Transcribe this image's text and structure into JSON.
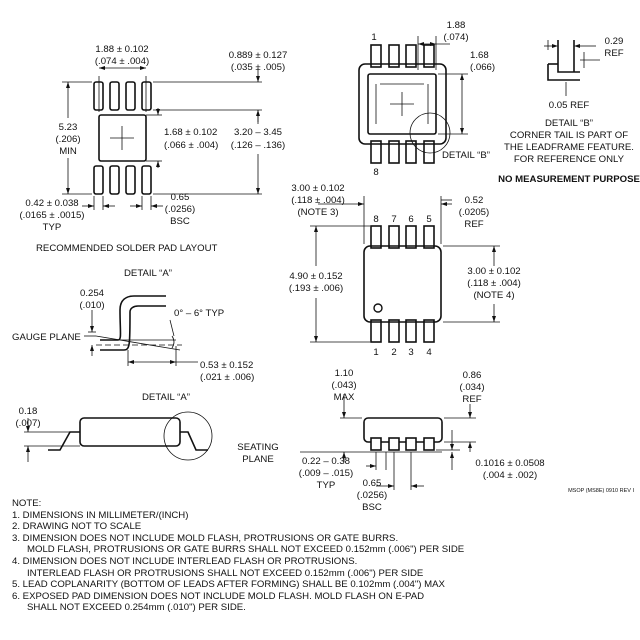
{
  "solder_pad": {
    "dim_top": [
      "1.88 ± 0.102",
      "(.074 ± .004)"
    ],
    "dim_top_right": [
      "0.889 ± 0.127",
      "(.035 ± .005)"
    ],
    "dim_left": [
      "5.23",
      "(.206)",
      "MIN"
    ],
    "dim_center": [
      "1.68 ± 0.102",
      "(.066 ± .004)"
    ],
    "dim_right": [
      "3.20 – 3.45",
      "(.126 – .136)"
    ],
    "dim_bottom_left": [
      "0.42 ± 0.038",
      "(.0165 ± .0015)",
      "TYP"
    ],
    "dim_bottom_right": [
      "0.65",
      "(.0256)",
      "BSC"
    ],
    "caption": "RECOMMENDED SOLDER PAD LAYOUT"
  },
  "bottom_view": {
    "pin1": "1",
    "pin8": "8",
    "dim_top": [
      "1.88",
      "(.074)"
    ],
    "dim_right": [
      "1.68",
      "(.066)"
    ],
    "detail_label": "DETAIL “B”"
  },
  "detail_b": {
    "dim_top": [
      "0.29",
      "REF"
    ],
    "dim_bottom": "0.05 REF",
    "lines": [
      "DETAIL “B”",
      "CORNER TAIL IS PART OF",
      "THE LEADFRAME FEATURE.",
      "FOR REFERENCE ONLY"
    ],
    "bold_line": "NO MEASUREMENT PURPOSE"
  },
  "top_view": {
    "pins_top": [
      "8",
      "7",
      "6",
      "5"
    ],
    "pins_bottom": [
      "1",
      "2",
      "3",
      "4"
    ],
    "dim_top_left": [
      "3.00 ± 0.102",
      "(.118 ± .004)",
      "(NOTE 3)"
    ],
    "dim_top_right": [
      "0.52",
      "(.0205)",
      "REF"
    ],
    "dim_left": [
      "4.90 ± 0.152",
      "(.193 ± .006)"
    ],
    "dim_right": [
      "3.00 ± 0.102",
      "(.118 ± .004)",
      "(NOTE 4)"
    ]
  },
  "detail_a": {
    "label": "DETAIL “A”",
    "dim_top": [
      "0.254",
      "(.010)"
    ],
    "angle": "0° – 6° TYP",
    "gauge_plane": "GAUGE PLANE",
    "dim_bottom": [
      "0.53 ± 0.152",
      "(.021 ± .006)"
    ]
  },
  "side_view_left": {
    "dim": [
      "0.18",
      "(.007)"
    ],
    "detail_label": "DETAIL “A”"
  },
  "side_view_right": {
    "dim_top_left": [
      "1.10",
      "(.043)",
      "MAX"
    ],
    "dim_top_right": [
      "0.86",
      "(.034)",
      "REF"
    ],
    "seating_plane": [
      "SEATING",
      "PLANE"
    ],
    "dim_lead": [
      "0.22 – 0.38",
      "(.009 – .015)",
      "TYP"
    ],
    "dim_pitch": [
      "0.65",
      "(.0256)",
      "BSC"
    ],
    "dim_standoff": [
      "0.1016 ± 0.0508",
      "(.004 ± .002)"
    ]
  },
  "drawing_ref": "MSOP (MS8E) 0910 REV I",
  "notes": {
    "title": "NOTE:",
    "items": [
      "1. DIMENSIONS IN MILLIMETER/(INCH)",
      "2. DRAWING NOT TO SCALE",
      "3. DIMENSION DOES NOT INCLUDE MOLD FLASH, PROTRUSIONS OR GATE BURRS.",
      "MOLD FLASH, PROTRUSIONS OR GATE BURRS SHALL NOT EXCEED 0.152mm (.006\") PER SIDE",
      "4. DIMENSION DOES NOT INCLUDE INTERLEAD FLASH OR PROTRUSIONS.",
      "INTERLEAD FLASH OR PROTRUSIONS SHALL NOT EXCEED 0.152mm (.006\") PER SIDE",
      "5. LEAD COPLANARITY (BOTTOM OF LEADS AFTER FORMING) SHALL BE 0.102mm (.004\") MAX",
      "6. EXPOSED PAD DIMENSION DOES NOT INCLUDE MOLD FLASH. MOLD FLASH ON E-PAD",
      "SHALL NOT EXCEED 0.254mm (.010\") PER SIDE."
    ]
  }
}
